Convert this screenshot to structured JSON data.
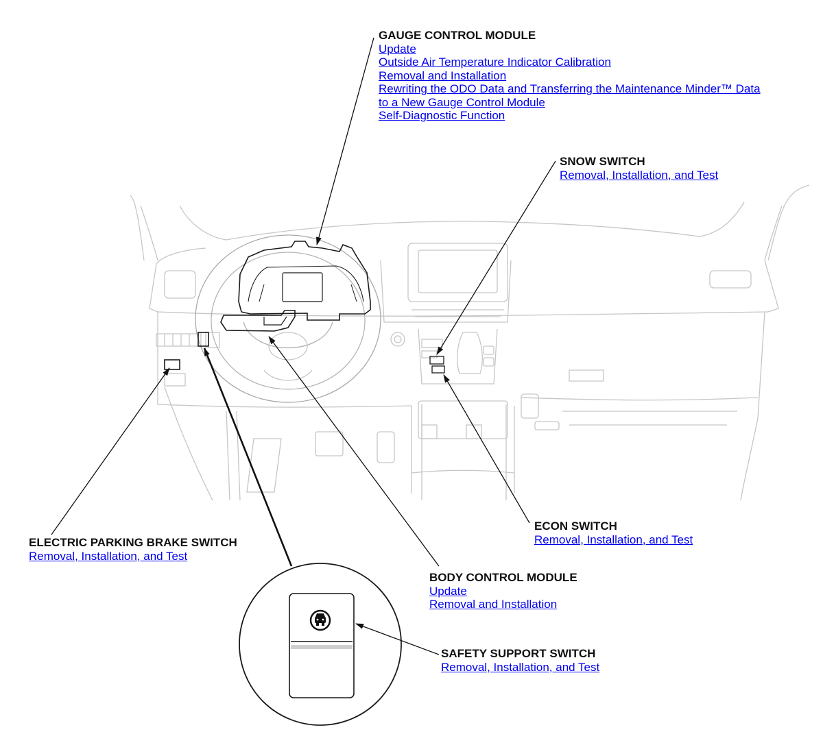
{
  "callouts": {
    "gauge_control_module": {
      "title": "GAUGE CONTROL MODULE",
      "links": [
        "Update",
        "Outside Air Temperature Indicator Calibration",
        "Removal and Installation",
        "Rewriting the ODO Data and Transferring the Maintenance Minder™ Data",
        "to a New Gauge Control Module",
        "Self-Diagnostic Function"
      ]
    },
    "snow_switch": {
      "title": "SNOW SWITCH",
      "links": [
        "Removal, Installation, and Test"
      ]
    },
    "econ_switch": {
      "title": "ECON SWITCH",
      "links": [
        "Removal, Installation, and Test"
      ]
    },
    "electric_parking_brake_switch": {
      "title": "ELECTRIC PARKING BRAKE SWITCH",
      "links": [
        "Removal, Installation, and Test"
      ]
    },
    "body_control_module": {
      "title": "BODY CONTROL MODULE",
      "links": [
        "Update",
        "Removal and Installation"
      ]
    },
    "safety_support_switch": {
      "title": "SAFETY SUPPORT SWITCH",
      "links": [
        "Removal, Installation, and Test"
      ]
    }
  },
  "colors": {
    "link": "#0000ee",
    "title": "#111111",
    "outline_faint": "#c6c6c6",
    "outline_dark": "#1a1a1a"
  }
}
